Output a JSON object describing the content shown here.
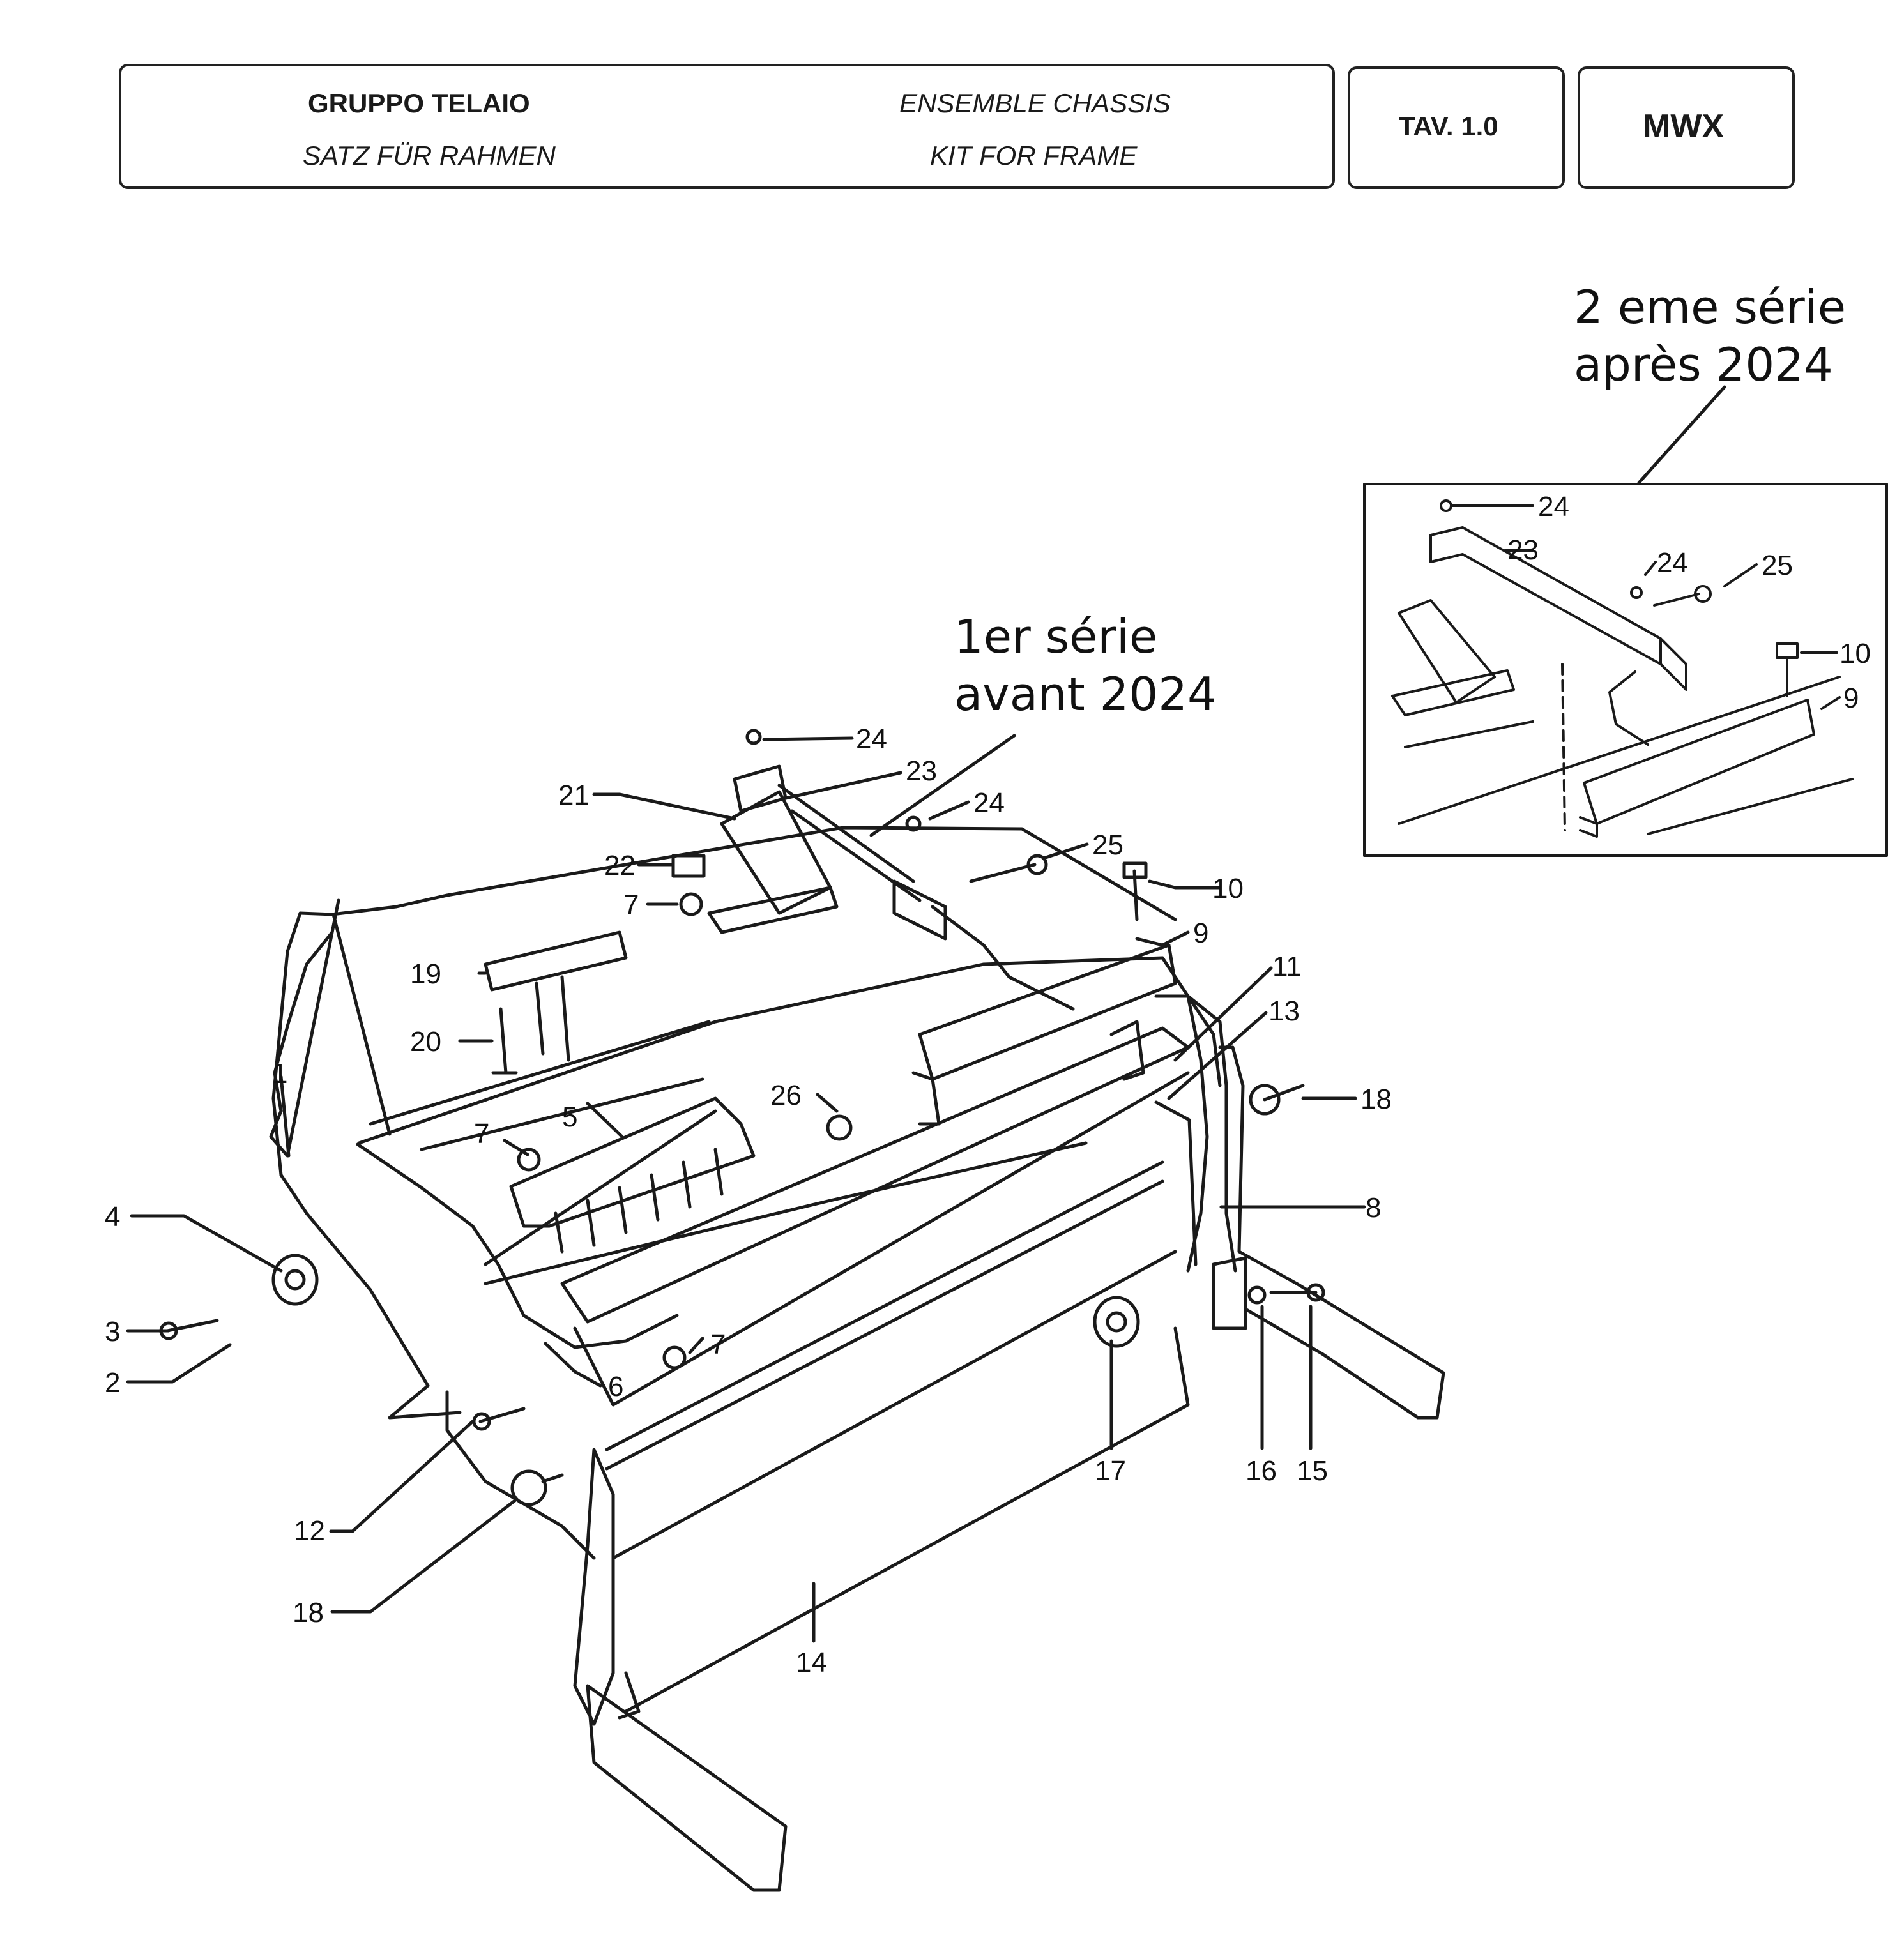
{
  "header": {
    "title_it": "GRUPPO TELAIO",
    "title_fr": "ENSEMBLE CHASSIS",
    "title_de": "SATZ FÜR RAHMEN",
    "title_en": "KIT FOR FRAME",
    "table": "TAV. 1.0",
    "model": "MWX"
  },
  "annotations": {
    "first_series": "1er série\navant 2024",
    "second_series": "2 eme série\naprès 2024"
  },
  "callouts": {
    "main": [
      "1",
      "2",
      "3",
      "4",
      "5",
      "6",
      "7",
      "7",
      "7",
      "8",
      "9",
      "10",
      "11",
      "12",
      "13",
      "14",
      "15",
      "16",
      "17",
      "18",
      "18",
      "19",
      "20",
      "21",
      "22",
      "23",
      "24",
      "24",
      "25",
      "26"
    ],
    "inset": [
      "24",
      "23",
      "24",
      "25",
      "10",
      "9"
    ]
  }
}
